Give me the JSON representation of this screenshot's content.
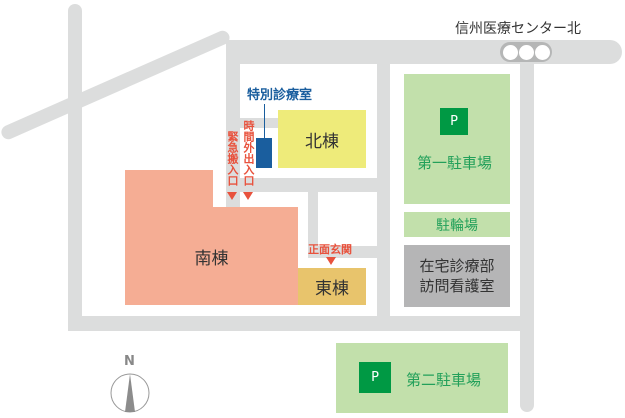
{
  "map": {
    "station": {
      "label": "信州医療センター北"
    },
    "buildings": {
      "north": {
        "label": "北棟",
        "color": "#eeeb7a"
      },
      "south": {
        "label": "南棟",
        "color": "#f5ad94"
      },
      "east": {
        "label": "東棟",
        "color": "#e8c46c"
      },
      "special_clinic": {
        "label": "特別診療室",
        "color": "#1a5e9e"
      },
      "home_care": {
        "line1": "在宅診療部",
        "line2": "訪問看護室",
        "color": "#b5b5b6"
      }
    },
    "entrances": {
      "emergency": {
        "label": "緊急搬入口"
      },
      "after_hours": {
        "label": "時間外出入口"
      },
      "main": {
        "label": "正面玄関"
      }
    },
    "parking": {
      "lot1": {
        "badge": "P",
        "label": "第一駐車場"
      },
      "bicycle": {
        "label": "駐輪場"
      },
      "lot2": {
        "badge": "P",
        "label": "第二駐車場"
      }
    },
    "compass": {
      "label": "N"
    },
    "colors": {
      "road": "#dcdddd",
      "parking": "#c2e0ab",
      "parking_badge": "#009944",
      "parking_text": "#22a05a",
      "entrance_text": "#e8523d",
      "clinic_text": "#1a5e9e"
    }
  }
}
